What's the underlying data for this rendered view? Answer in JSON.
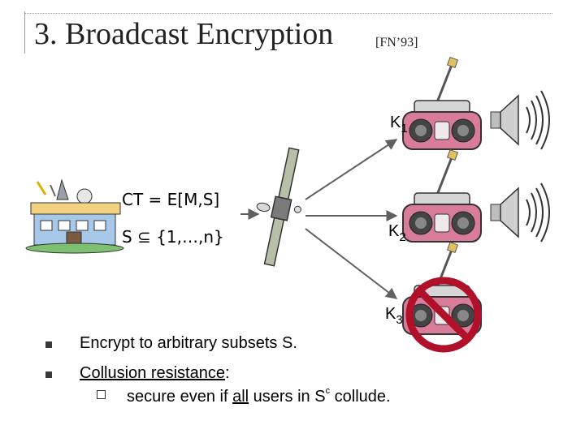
{
  "title": "3. Broadcast Encryption",
  "citation": "[FN’93]",
  "diagram": {
    "ciphertext_label": "CT = E[M,S]",
    "subset_label": "S ⊆ {1,…,n}",
    "keys": [
      {
        "base": "K",
        "sub": "1"
      },
      {
        "base": "K",
        "sub": "2"
      },
      {
        "base": "K",
        "sub": "3"
      }
    ],
    "icons": [
      "broadcaster-building-icon",
      "satellite-icon",
      "radio-icon",
      "speaker-icon",
      "prohibited-icon"
    ]
  },
  "bullets": [
    {
      "text": "Encrypt to arbitrary subsets S."
    },
    {
      "text": "Collusion resistance",
      "suffix": ":"
    }
  ],
  "sub_bullet": {
    "pre": "secure even if ",
    "underlined": "all",
    "mid": " users in  S",
    "sup": "c",
    "post": "  collude."
  },
  "colors": {
    "radio_body": "#d97c9a",
    "speaker": "#c8c8c8",
    "prohibit": "#b0102a",
    "arrow": "#606060"
  }
}
